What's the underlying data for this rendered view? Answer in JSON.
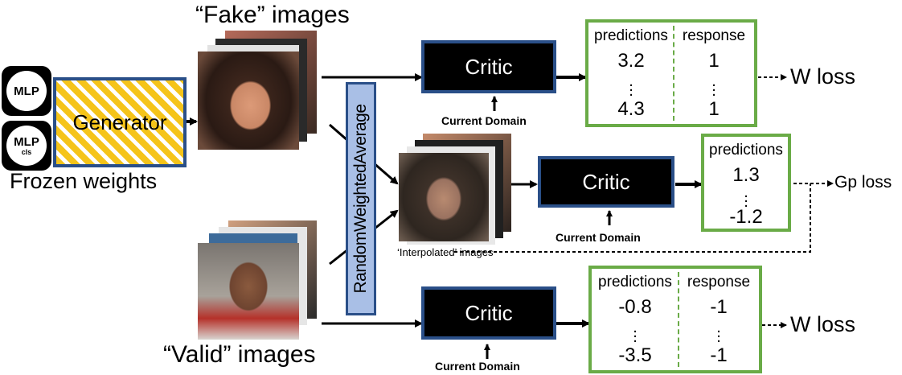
{
  "labels": {
    "fake_images": "“Fake” images",
    "valid_images": "“Valid” images",
    "frozen_weights": "Frozen weights",
    "generator": "Generator",
    "mlp_top": "MLP",
    "mlp_bottom": "MLP",
    "mlp_bottom_sub": "cls",
    "random_weighted_average": "RandomWeightedAverage",
    "interpolated_images": "‘Interpolated’ images",
    "critic": "Critic",
    "current_domain": "Current Domain",
    "predictions": "predictions",
    "response": "response",
    "w_loss": "W loss",
    "gp_loss": "Gp loss"
  },
  "fake_output": {
    "predictions": [
      "3.2",
      "4.3"
    ],
    "response": [
      "1",
      "1"
    ]
  },
  "gp_output": {
    "predictions": [
      "1.3",
      "-1.2"
    ]
  },
  "valid_output": {
    "predictions": [
      "-0.8",
      "-3.5"
    ],
    "response": [
      "-1",
      "-1"
    ]
  },
  "colors": {
    "box_border": "#2a4f88",
    "output_border": "#6aab47",
    "rwa_fill": "#a9bfe6",
    "generator_stripe": "#f5c41a"
  }
}
